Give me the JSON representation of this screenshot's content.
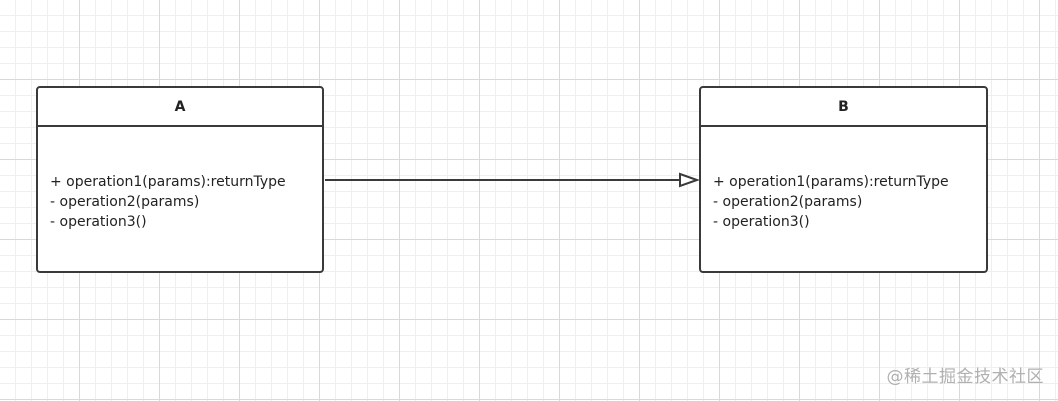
{
  "diagram": {
    "classes": [
      {
        "id": "A",
        "name": "A",
        "operations": [
          "+ operation1(params):returnType",
          "- operation2(params)",
          "- operation3()"
        ]
      },
      {
        "id": "B",
        "name": "B",
        "operations": [
          "+ operation1(params):returnType",
          "- operation2(params)",
          "- operation3()"
        ]
      }
    ],
    "relationship": {
      "type": "generalization",
      "from": "A",
      "to": "B"
    }
  },
  "watermark": "@稀土掘金技术社区",
  "colors": {
    "stroke": "#3a3a3a",
    "text": "#222222",
    "watermark": "#b0b0b0",
    "grid": "#d9d9d9"
  }
}
